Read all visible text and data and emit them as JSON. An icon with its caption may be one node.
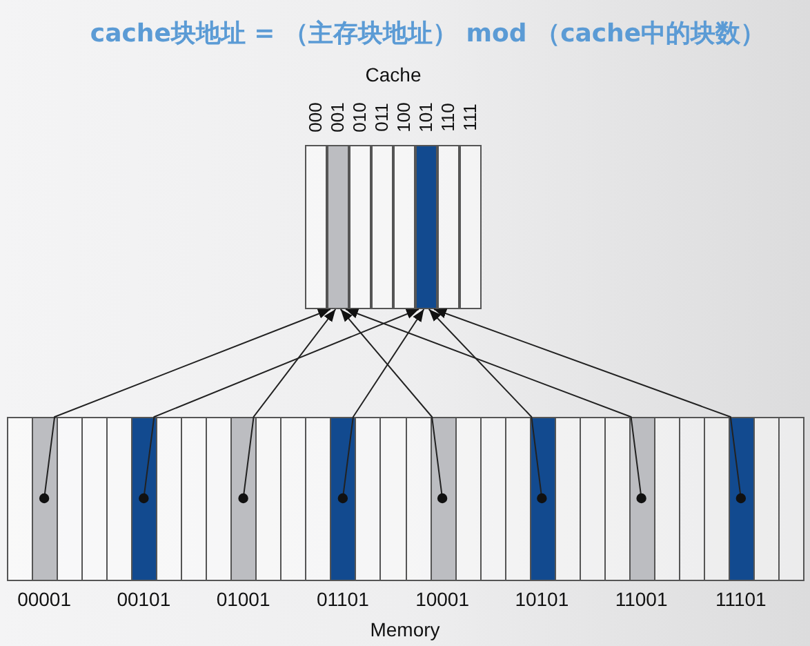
{
  "diagram": {
    "nodes": [
      {
        "text": [
          "Cache"
        ]
      },
      {
        "text": [
          "000"
        ],
        "in": 0
      },
      {
        "text": [
          "001"
        ],
        "in": 0
      },
      {
        "text": [
          "010"
        ],
        "in": 0
      },
      {
        "text": [
          "011"
        ],
        "in": 0
      },
      {
        "text": [
          "100"
        ],
        "in": 0
      },
      {
        "text": [
          "101"
        ],
        "in": 0
      },
      {
        "text": [
          "110"
        ],
        "in": 0
      },
      {
        "text": [
          "111"
        ],
        "in": 0
      },
      {
        "text": [
          "Memory"
        ]
      },
      {
        "text": [],
        "shape": "bar",
        "in": 9
      },
      {
        "text": [
          "00001"
        ],
        "in": 9
      },
      {
        "text": [],
        "shape": "bar",
        "in": 9
      },
      {
        "text": [],
        "shape": "bar",
        "in": 9
      },
      {
        "text": [],
        "shape": "bar",
        "in": 9
      },
      {
        "text": [
          "00101"
        ],
        "in": 9
      },
      {
        "text": [],
        "shape": "bar",
        "in": 9
      },
      {
        "text": [],
        "shape": "bar",
        "in": 9
      },
      {
        "text": [],
        "shape": "bar",
        "in": 9
      },
      {
        "text": [
          "01001"
        ],
        "in": 9
      },
      {
        "text": [],
        "shape": "bar",
        "in": 9
      },
      {
        "text": [],
        "shape": "bar",
        "in": 9
      },
      {
        "text": [],
        "shape": "bar",
        "in": 9
      },
      {
        "text": [
          "01101"
        ],
        "in": 9
      },
      {
        "text": [],
        "shape": "bar",
        "in": 9
      },
      {
        "text": [],
        "shape": "bar",
        "in": 9
      },
      {
        "text": [],
        "shape": "bar",
        "in": 9
      },
      {
        "text": [
          "10001"
        ],
        "in": 9
      },
      {
        "text": [],
        "shape": "bar",
        "in": 9
      },
      {
        "text": [],
        "shape": "bar",
        "in": 9
      },
      {
        "text": [],
        "shape": "bar",
        "in": 9
      },
      {
        "text": [
          "10101"
        ],
        "in": 9
      },
      {
        "text": [],
        "shape": "bar",
        "in": 9
      },
      {
        "text": [],
        "shape": "bar",
        "in": 9
      },
      {
        "text": [],
        "shape": "bar",
        "in": 9
      },
      {
        "text": [
          "11001"
        ],
        "in": 9
      },
      {
        "text": [],
        "shape": "bar",
        "in": 9
      },
      {
        "text": [],
        "shape": "bar",
        "in": 9
      },
      {
        "text": [],
        "shape": "bar",
        "in": 9
      },
      {
        "text": [
          "11101"
        ],
        "in": 9
      },
      {
        "text": [],
        "shape": "bar",
        "in": 9
      },
      {
        "text": [],
        "shape": "bar",
        "in": 9
      }
    ],
    "edges": [
      {
        "from": 11,
        "to": 2,
        "arrow": "to"
      },
      {
        "from": 15,
        "to": 6,
        "arrow": "to"
      },
      {
        "from": 19,
        "to": 2,
        "arrow": "to"
      },
      {
        "from": 23,
        "to": 6,
        "arrow": "to"
      },
      {
        "from": 27,
        "to": 2,
        "arrow": "to"
      },
      {
        "from": 31,
        "to": 6,
        "arrow": "to"
      },
      {
        "from": 35,
        "to": 2,
        "arrow": "to"
      },
      {
        "from": 39,
        "to": 6,
        "arrow": "to"
      }
    ],
    "labels": [
      "cache块地址 = （主存块地址） mod （cache中的块数）"
    ]
  }
}
